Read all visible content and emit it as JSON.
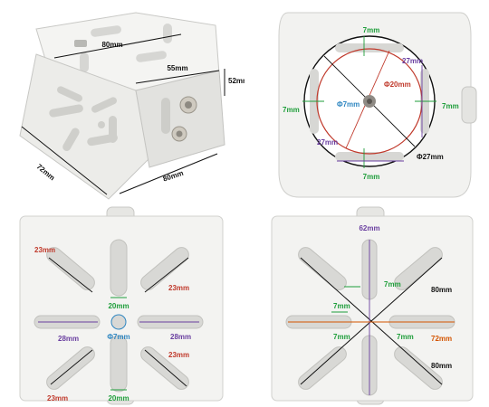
{
  "colors": {
    "black": "#111111",
    "red": "#c0392b",
    "green": "#1e9e3a",
    "purple": "#6a3fa0",
    "blue": "#2e86c1",
    "orange": "#d35400"
  },
  "bracket": {
    "top_width": "80mm",
    "side_depth": "55mm",
    "height": "52mm",
    "base_depth": "72mm",
    "base_width": "80mm"
  },
  "round_plate": {
    "slot_width_top": "7mm",
    "slot_width_left": "7mm",
    "slot_width_right": "7mm",
    "slot_width_bottom": "7mm",
    "slot_length_tr": "27mm",
    "slot_length_bl": "27mm",
    "hole_circle": "Φ20mm",
    "center_hole": "Φ7mm",
    "outer_circle": "Φ27mm"
  },
  "slot_plate": {
    "diag_tl": "23mm",
    "diag_tr": "23mm",
    "diag_br": "23mm",
    "diag_bl": "23mm",
    "top_width": "20mm",
    "bottom_width": "20mm",
    "left_len": "28mm",
    "right_len": "28mm",
    "center_hole": "Φ7mm"
  },
  "cross_plate": {
    "vertical_span": "62mm",
    "slot_width_tr": "7mm",
    "slot_width_l": "7mm",
    "slot_width_bl": "7mm",
    "slot_width_r": "7mm",
    "diag_span_top": "80mm",
    "diag_span_bottom": "80mm",
    "horizontal_span": "72mm"
  }
}
